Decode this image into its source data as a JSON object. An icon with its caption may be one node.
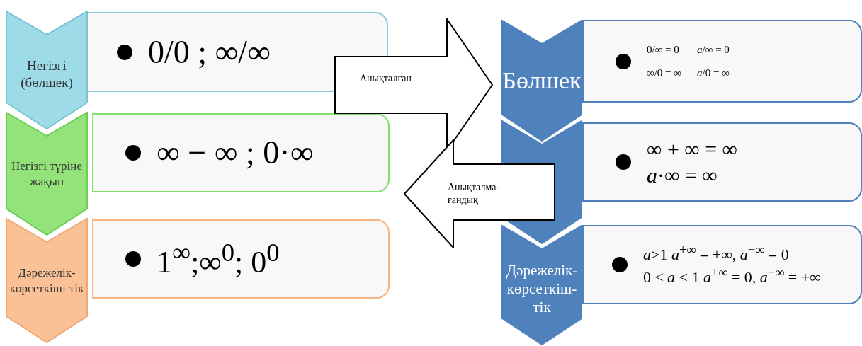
{
  "diagram": {
    "nodes": [
      {
        "text": [
          "Негізгі (бөлшек)"
        ]
      },
      {
        "text": [
          "0/0 ; ∞/∞"
        ]
      },
      {
        "text": [
          "Негізгі түріне жақын"
        ]
      },
      {
        "text": [
          "∞ − ∞ ; 0·∞"
        ]
      },
      {
        "text": [
          "Дәрежелік- көрсеткіш- тік"
        ]
      },
      {
        "text": [
          "1$^{∞}$;∞$^{0}$; 0$^{0}$"
        ]
      },
      {
        "text": [
          "Анықталған"
        ]
      },
      {
        "text": [
          "Анықталма- ғандық"
        ]
      },
      {
        "text": [
          "Бөлшек"
        ]
      },
      {
        "text": [
          "0/∞ = 0",
          "*a*/∞ = 0",
          "∞/0 = ∞",
          "*a*/0 = ∞"
        ]
      },
      {
        "text": [],
        "shape": "chevron"
      },
      {
        "text": [
          "∞ + ∞ = ∞",
          "*a*·∞ = ∞"
        ]
      },
      {
        "text": [
          "Дәрежелік- көрсеткіш- тік"
        ]
      },
      {
        "text": [
          "*a*>1 *a*$^{+∞}$ = +∞, *a*$^{−∞}$ = 0",
          "0 ≤ *a* < 1 *a*$^{+∞}$ = 0, *a*$^{−∞}$ = +∞"
        ]
      }
    ]
  }
}
